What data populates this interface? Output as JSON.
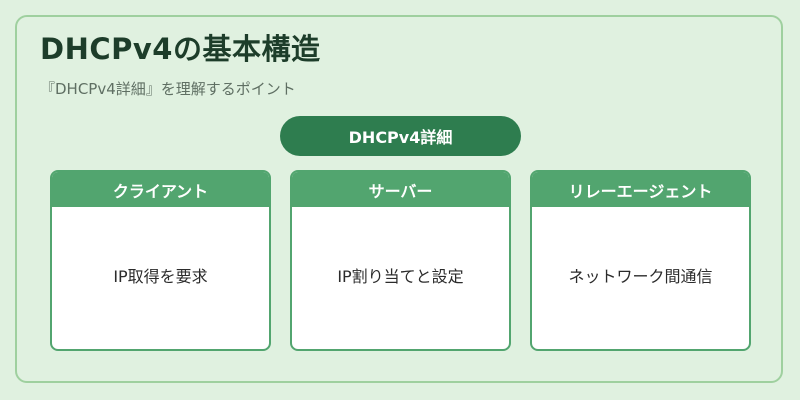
{
  "title": "DHCPv4の基本構造",
  "subtitle": "『DHCPv4詳細』を理解するポイント",
  "header": {
    "label": "DHCPv4詳細"
  },
  "cards": [
    {
      "title": "クライアント",
      "body": "IP取得を要求"
    },
    {
      "title": "サーバー",
      "body": "IP割り当てと設定"
    },
    {
      "title": "リレーエージェント",
      "body": "ネットワーク間通信"
    }
  ],
  "colors": {
    "background": "#e0f1e0",
    "frame_border": "#9fd09f",
    "title_text": "#1d3d2a",
    "header_pill": "#2e7d4f",
    "card_header": "#52a56f",
    "card_body": "#ffffff"
  }
}
